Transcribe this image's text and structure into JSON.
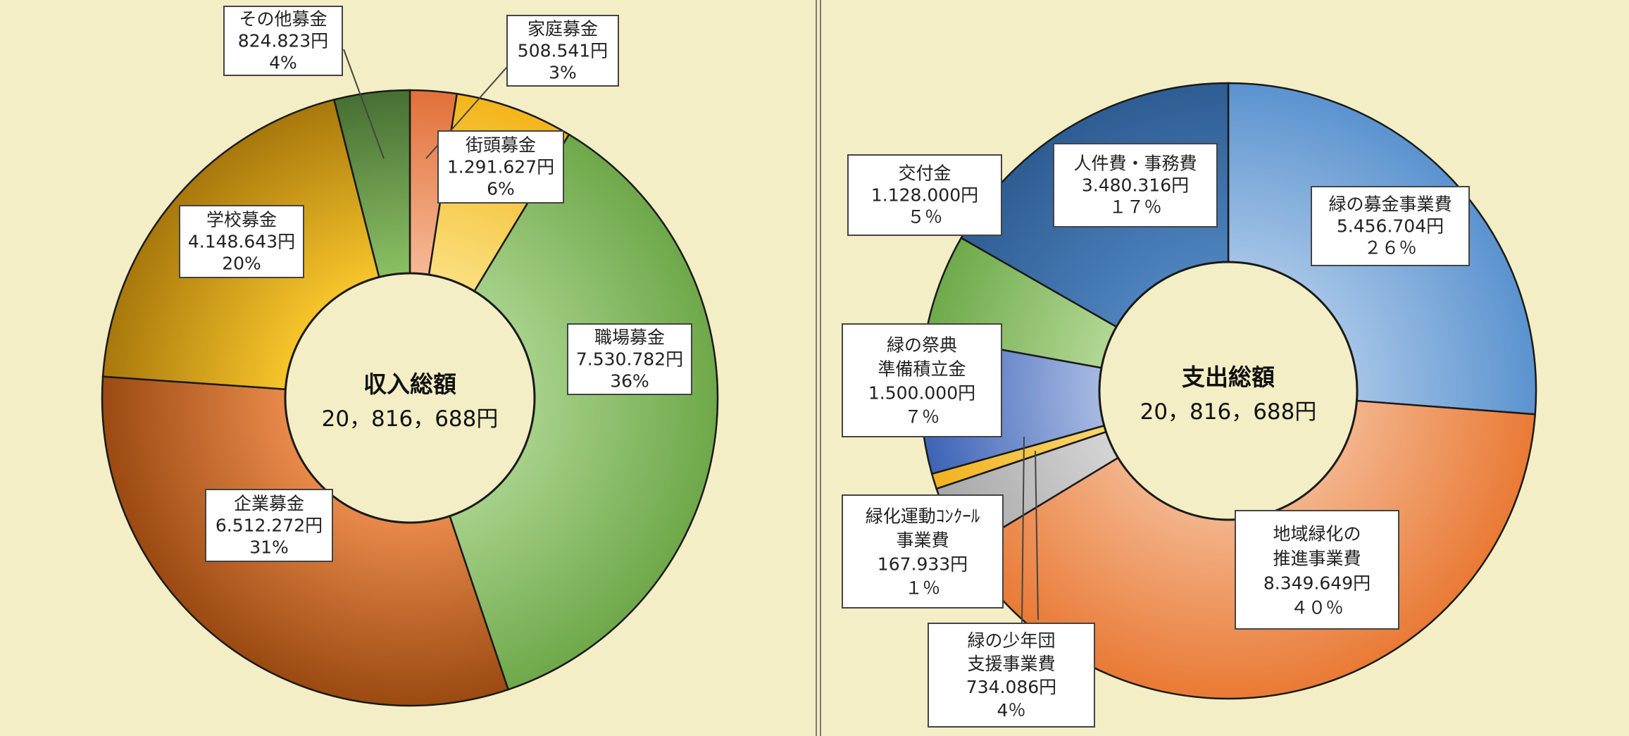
{
  "chart_data": [
    {
      "type": "pie",
      "variant": "donut",
      "center_title": "収入総額",
      "center_value": "20，816，688円",
      "slices": [
        {
          "name": "家庭募金",
          "value": 508541,
          "value_label": "508.541円",
          "percent_label": "3%",
          "color_outer": "#e2703a",
          "color_inner": "#f6b996"
        },
        {
          "name": "街頭募金",
          "value": 1291627,
          "value_label": "1.291.627円",
          "percent_label": "6%",
          "color_outer": "#f3b51b",
          "color_inner": "#fadf7e"
        },
        {
          "name": "職場募金",
          "value": 7530782,
          "value_label": "7.530.782円",
          "percent_label": "36%",
          "color_outer": "#6fa84a",
          "color_inner": "#a5d189"
        },
        {
          "name": "企業募金",
          "value": 6512272,
          "value_label": "6.512.272円",
          "percent_label": "31%",
          "color_outer": "#9b4a12",
          "color_inner": "#e8894a"
        },
        {
          "name": "学校募金",
          "value": 4148643,
          "value_label": "4.148.643円",
          "percent_label": "20%",
          "color_outer": "#a8780c",
          "color_inner": "#f6c42a"
        },
        {
          "name": "その他募金",
          "value": 824823,
          "value_label": "824.823円",
          "percent_label": "4%",
          "color_outer": "#476f33",
          "color_inner": "#8bc064"
        }
      ]
    },
    {
      "type": "pie",
      "variant": "donut",
      "center_title": "支出総額",
      "center_value": "20，816，688円",
      "slices": [
        {
          "name": "緑の募金事業費",
          "value": 5456704,
          "value_label": "5.456.704円",
          "percent_label": "２６％",
          "color_outer": "#5b93cf",
          "color_inner": "#a3c3e6"
        },
        {
          "name": "地域緑化の推進事業費",
          "value": 8349649,
          "value_label": "8.349.649円",
          "percent_label": "４０％",
          "color_outer": "#e97a35",
          "color_inner": "#f3b38a"
        },
        {
          "name": "緑の少年団支援事業費",
          "value": 734086,
          "value_label": "734.086円",
          "percent_label": "4％",
          "color_outer": "#a7a7a7",
          "color_inner": "#d4d4d4"
        },
        {
          "name": "緑化運動ｺﾝｸｰﾙ事業費",
          "value": 167933,
          "value_label": "167.933円",
          "percent_label": "１％",
          "color_outer": "#f2b21f",
          "color_inner": "#f9d56d"
        },
        {
          "name": "緑の祭典準備積立金",
          "value": 1500000,
          "value_label": "1.500.000円",
          "percent_label": "７％",
          "color_outer": "#3d63b6",
          "color_inner": "#a6b9e2"
        },
        {
          "name": "交付金",
          "value": 1128000,
          "value_label": "1.128.000円",
          "percent_label": "５％",
          "color_outer": "#6eaa4b",
          "color_inner": "#b2d793"
        },
        {
          "name": "人件費・事務費",
          "value": 3480316,
          "value_label": "3.480.316円",
          "percent_label": "１７％",
          "color_outer": "#2e5d93",
          "color_inner": "#4d82bd"
        }
      ]
    }
  ],
  "left_labels": [
    {
      "lines": [
        "その他募金",
        "824.823円",
        "4%"
      ]
    },
    {
      "lines": [
        "家庭募金",
        "508.541円",
        "3%"
      ]
    },
    {
      "lines": [
        "街頭募金",
        "1.291.627円",
        "6%"
      ]
    },
    {
      "lines": [
        "学校募金",
        "4.148.643円",
        "20%"
      ]
    },
    {
      "lines": [
        "職場募金",
        "7.530.782円",
        "36%"
      ]
    },
    {
      "lines": [
        "企業募金",
        "6.512.272円",
        "31%"
      ]
    }
  ],
  "right_labels": [
    {
      "lines": [
        "人件費・事務費",
        "3.480.316円",
        "１７％"
      ]
    },
    {
      "lines": [
        "交付金",
        "1.128.000円",
        "５％"
      ]
    },
    {
      "lines": [
        "緑の募金事業費",
        "5.456.704円",
        "２６％"
      ]
    },
    {
      "lines": [
        "緑の祭典",
        "準備積立金",
        "1.500.000円",
        "７％"
      ]
    },
    {
      "lines": [
        "地域緑化の",
        "推進事業費",
        "8.349.649円",
        "４０％"
      ]
    },
    {
      "lines": [
        "緑化運動ｺﾝｸｰﾙ",
        "事業費",
        "167.933円",
        "１％"
      ]
    },
    {
      "lines": [
        "緑の少年団",
        "支援事業費",
        "734.086円",
        "4％"
      ]
    }
  ]
}
